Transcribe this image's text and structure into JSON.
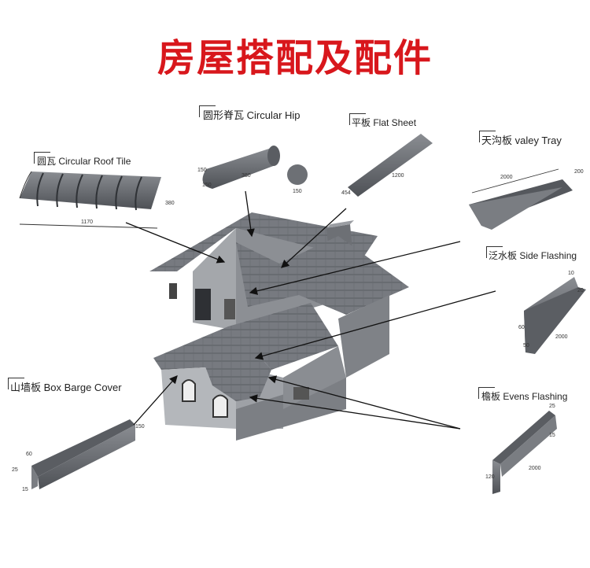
{
  "title": "房屋搭配及配件",
  "parts": {
    "circular_hip": "圆形脊瓦 Circular Hip",
    "flat_sheet": "平板 Flat  Sheet",
    "valey_tray": "天沟板 valey  Tray",
    "circular_roof_tile": "圆瓦  Circular Roof Tile",
    "side_flashing": "泛水板 Side Flashing",
    "box_barge_cover": "山墙板 Box Barge Cover",
    "evens_flashing": "檐板 Evens Flashing"
  },
  "dims": {
    "tile_width": "1170",
    "tile_height": "380",
    "hip_len": "380",
    "hip_w": "150",
    "hip_h": "150",
    "hip_circle": "150",
    "flat_len": "1200",
    "flat_w": "454",
    "valley_len": "2000",
    "valley_w": "200",
    "side_len": "2000",
    "side_a": "10",
    "side_b": "20",
    "side_c": "60",
    "side_d": "50",
    "barge_top": "60",
    "barge_side": "25",
    "barge_bottom": "15",
    "barge_h": "150",
    "evens_len": "2000",
    "evens_top": "25",
    "evens_side": "15",
    "evens_h": "120"
  },
  "colors": {
    "title": "#d8171c",
    "metal": "#6b6e73",
    "roof": "#7a7d82",
    "wall": "#8c8f94"
  }
}
